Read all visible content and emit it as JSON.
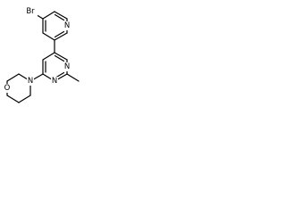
{
  "molecule": {
    "atom_labels": {
      "bromine": "Br",
      "pyridine_nitrogen": "N",
      "pyrimidine_nitrogen_right": "N",
      "pyrimidine_nitrogen_lower": "N",
      "morpholine_nitrogen": "N",
      "morpholine_oxygen": "O"
    }
  }
}
